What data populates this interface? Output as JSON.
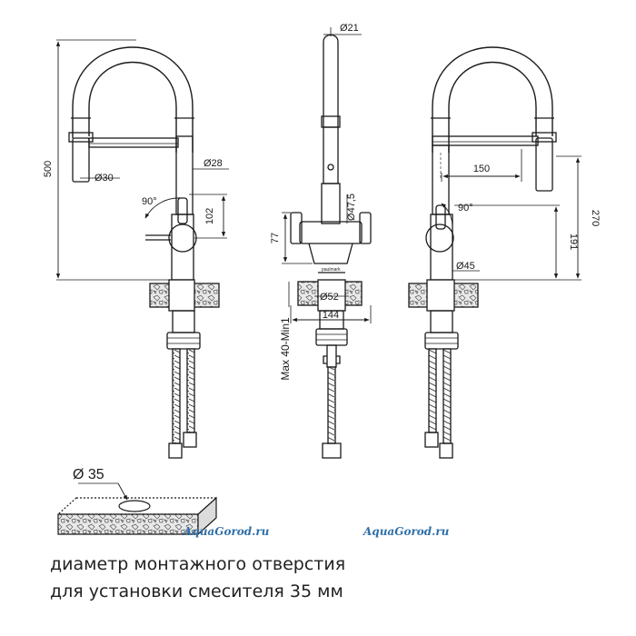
{
  "dimensions": {
    "left_view": {
      "height_total": "500",
      "sprayhead_diameter": "Ø30",
      "body_diameter": "Ø28",
      "angle": "90°",
      "handle_height": "102"
    },
    "center_view": {
      "spout_diameter": "Ø21",
      "lever_diameter": "Ø47,5",
      "base_height": "77",
      "brand_mark": "paulmark",
      "mount_diameter": "Ø52",
      "base_length": "144",
      "counter_thickness": "Max 40-Min1"
    },
    "right_view": {
      "reach": "150",
      "angle": "90°",
      "spout_height": "270",
      "handle_height": "191",
      "base_diameter": "Ø45"
    }
  },
  "hole": {
    "diameter": "Ø 35"
  },
  "caption": {
    "line1": "диаметр монтажного отверстия",
    "line2": "для установки смесителя 35 мм"
  },
  "watermarks": {
    "left": "AquaGorod.ru",
    "right": "AquaGorod.ru"
  }
}
